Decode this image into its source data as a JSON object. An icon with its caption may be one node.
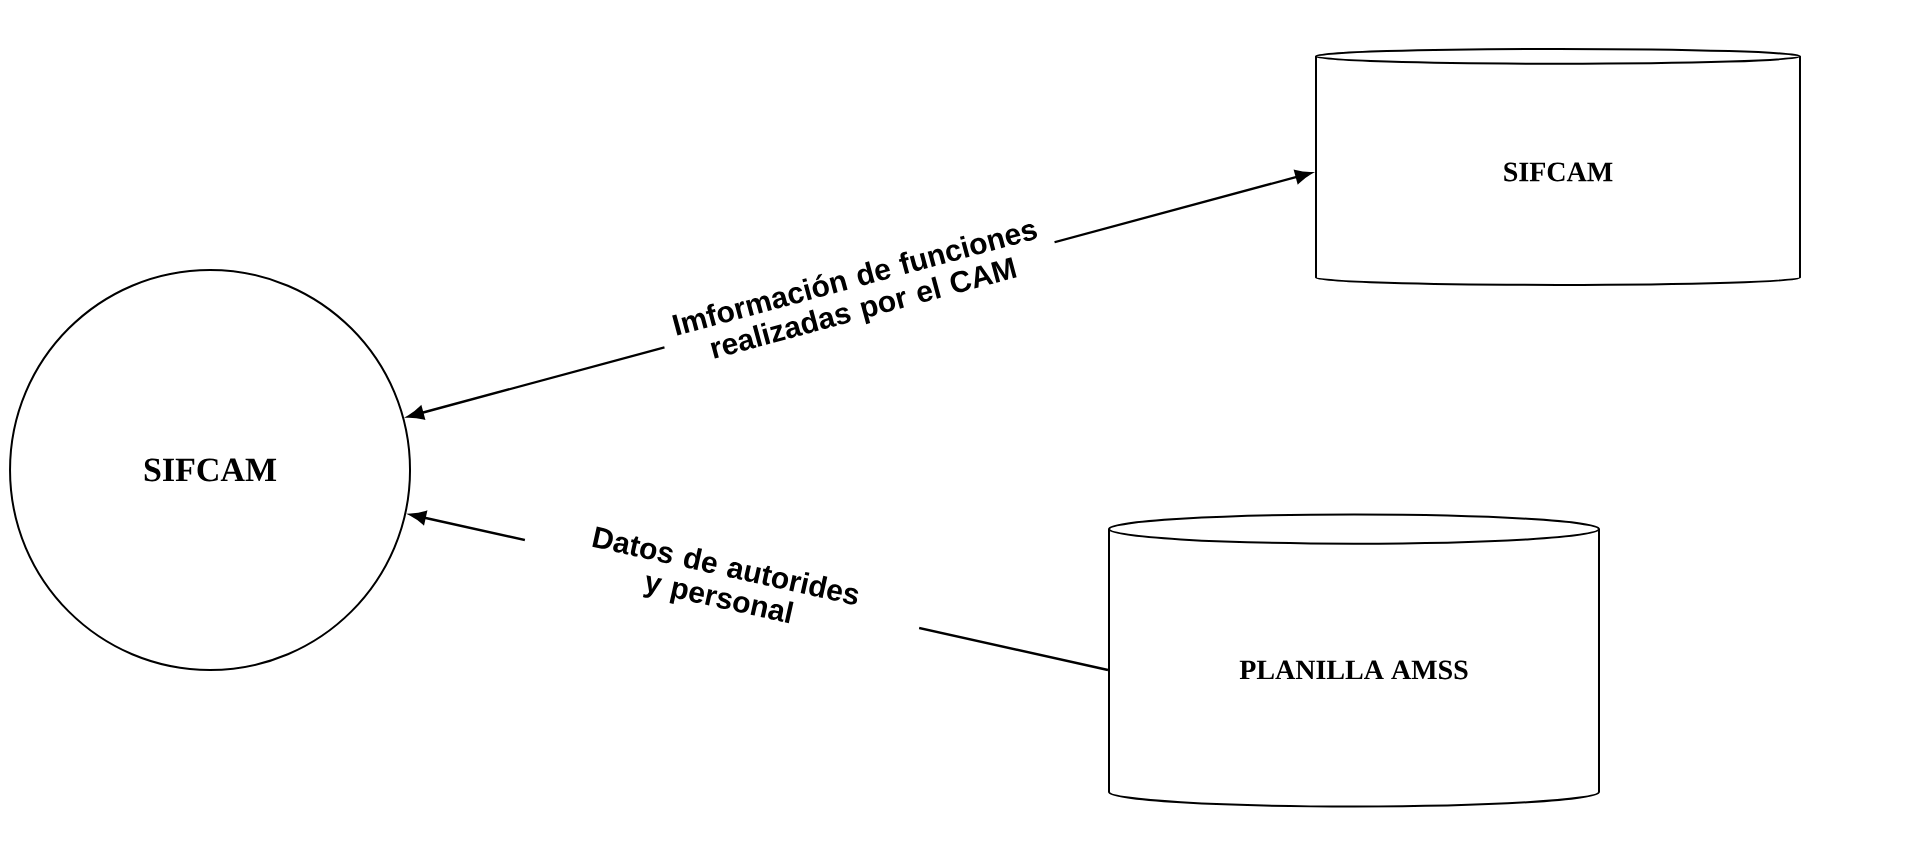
{
  "diagram": {
    "nodes": [
      {
        "text": [
          "SIFCAM"
        ]
      },
      {
        "text": [
          "SIFCAM"
        ]
      },
      {
        "text": [
          "PLANILLA AMSS"
        ]
      }
    ],
    "edges": [
      {
        "from": 0,
        "to": 1,
        "arrow": "both",
        "label": "Imformación de funciones realizadas por el CAM"
      },
      {
        "from": 2,
        "to": 0,
        "arrow": "to",
        "label": "Datos de autorides y personal"
      }
    ]
  }
}
